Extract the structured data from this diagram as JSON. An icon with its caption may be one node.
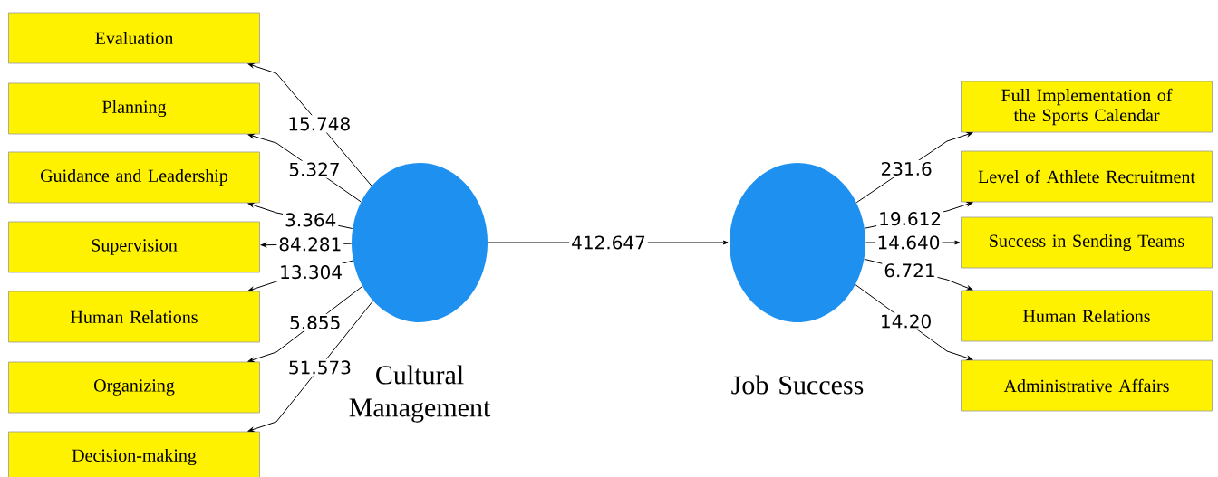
{
  "diagram": {
    "nodes": [
      {
        "text": [
          "Evaluation"
        ]
      },
      {
        "text": [
          "Planning"
        ]
      },
      {
        "text": [
          "Guidance and Leadership"
        ]
      },
      {
        "text": [
          "Supervision"
        ]
      },
      {
        "text": [
          "Human Relations"
        ]
      },
      {
        "text": [
          "Organizing"
        ]
      },
      {
        "text": [
          "Decision-making"
        ]
      },
      {
        "text": [
          "Cultural Management"
        ]
      },
      {
        "text": [
          "Job Success"
        ]
      },
      {
        "text": [
          "Full Implementation of the Sports Calendar"
        ]
      },
      {
        "text": [
          "Level of Athlete Recruitment"
        ]
      },
      {
        "text": [
          "Success in Sending Teams"
        ]
      },
      {
        "text": [
          "Human Relations"
        ]
      },
      {
        "text": [
          "Administrative Affairs"
        ]
      }
    ],
    "edges": [
      {
        "from": 7,
        "to": 0,
        "arrow": "to",
        "label": "15.748"
      },
      {
        "from": 7,
        "to": 1,
        "arrow": "to",
        "label": "5.327"
      },
      {
        "from": 7,
        "to": 2,
        "arrow": "to",
        "label": "3.364"
      },
      {
        "from": 7,
        "to": 3,
        "arrow": "to",
        "label": "84.281"
      },
      {
        "from": 7,
        "to": 4,
        "arrow": "to",
        "label": "13.304"
      },
      {
        "from": 7,
        "to": 5,
        "arrow": "to",
        "label": "5.855"
      },
      {
        "from": 7,
        "to": 6,
        "arrow": "to",
        "label": "51.573"
      },
      {
        "from": 7,
        "to": 8,
        "arrow": "to",
        "label": "412.647"
      },
      {
        "from": 8,
        "to": 9,
        "arrow": "to",
        "label": "231.6"
      },
      {
        "from": 8,
        "to": 10,
        "arrow": "to",
        "label": "19.612"
      },
      {
        "from": 8,
        "to": 11,
        "arrow": "to",
        "label": "14.640"
      },
      {
        "from": 8,
        "to": 12,
        "arrow": "to",
        "label": "6.721"
      },
      {
        "from": 8,
        "to": 13,
        "arrow": "to",
        "label": "14.20"
      }
    ]
  }
}
